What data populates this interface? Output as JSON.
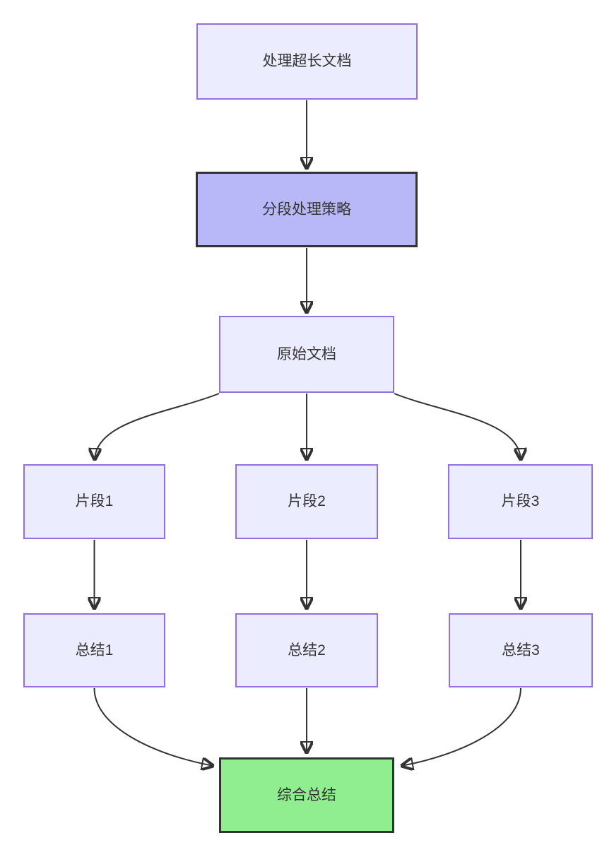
{
  "diagram": {
    "type": "flowchart",
    "direction": "top-down",
    "nodes": {
      "long_doc": {
        "label": "处理超长文档",
        "style": "light"
      },
      "strategy": {
        "label": "分段处理策略",
        "style": "highlight"
      },
      "original": {
        "label": "原始文档",
        "style": "light"
      },
      "frag1": {
        "label": "片段1",
        "style": "light"
      },
      "frag2": {
        "label": "片段2",
        "style": "light"
      },
      "frag3": {
        "label": "片段3",
        "style": "light"
      },
      "sum1": {
        "label": "总结1",
        "style": "light"
      },
      "sum2": {
        "label": "总结2",
        "style": "light"
      },
      "sum3": {
        "label": "总结3",
        "style": "light"
      },
      "final": {
        "label": "综合总结",
        "style": "green"
      }
    },
    "edges": [
      {
        "from": "long_doc",
        "to": "strategy"
      },
      {
        "from": "strategy",
        "to": "original"
      },
      {
        "from": "original",
        "to": "frag1"
      },
      {
        "from": "original",
        "to": "frag2"
      },
      {
        "from": "original",
        "to": "frag3"
      },
      {
        "from": "frag1",
        "to": "sum1"
      },
      {
        "from": "frag2",
        "to": "sum2"
      },
      {
        "from": "frag3",
        "to": "sum3"
      },
      {
        "from": "sum1",
        "to": "final"
      },
      {
        "from": "sum2",
        "to": "final"
      },
      {
        "from": "sum3",
        "to": "final"
      }
    ],
    "colors": {
      "background": "#FFFFFF",
      "node_fill": "#ECECFF",
      "node_border": "#9370DB",
      "highlight_fill": "#B8B8F8",
      "highlight_border": "#333333",
      "final_fill": "#90EE90",
      "final_border": "#333333",
      "edge_stroke": "#333333",
      "text": "#333333"
    }
  }
}
